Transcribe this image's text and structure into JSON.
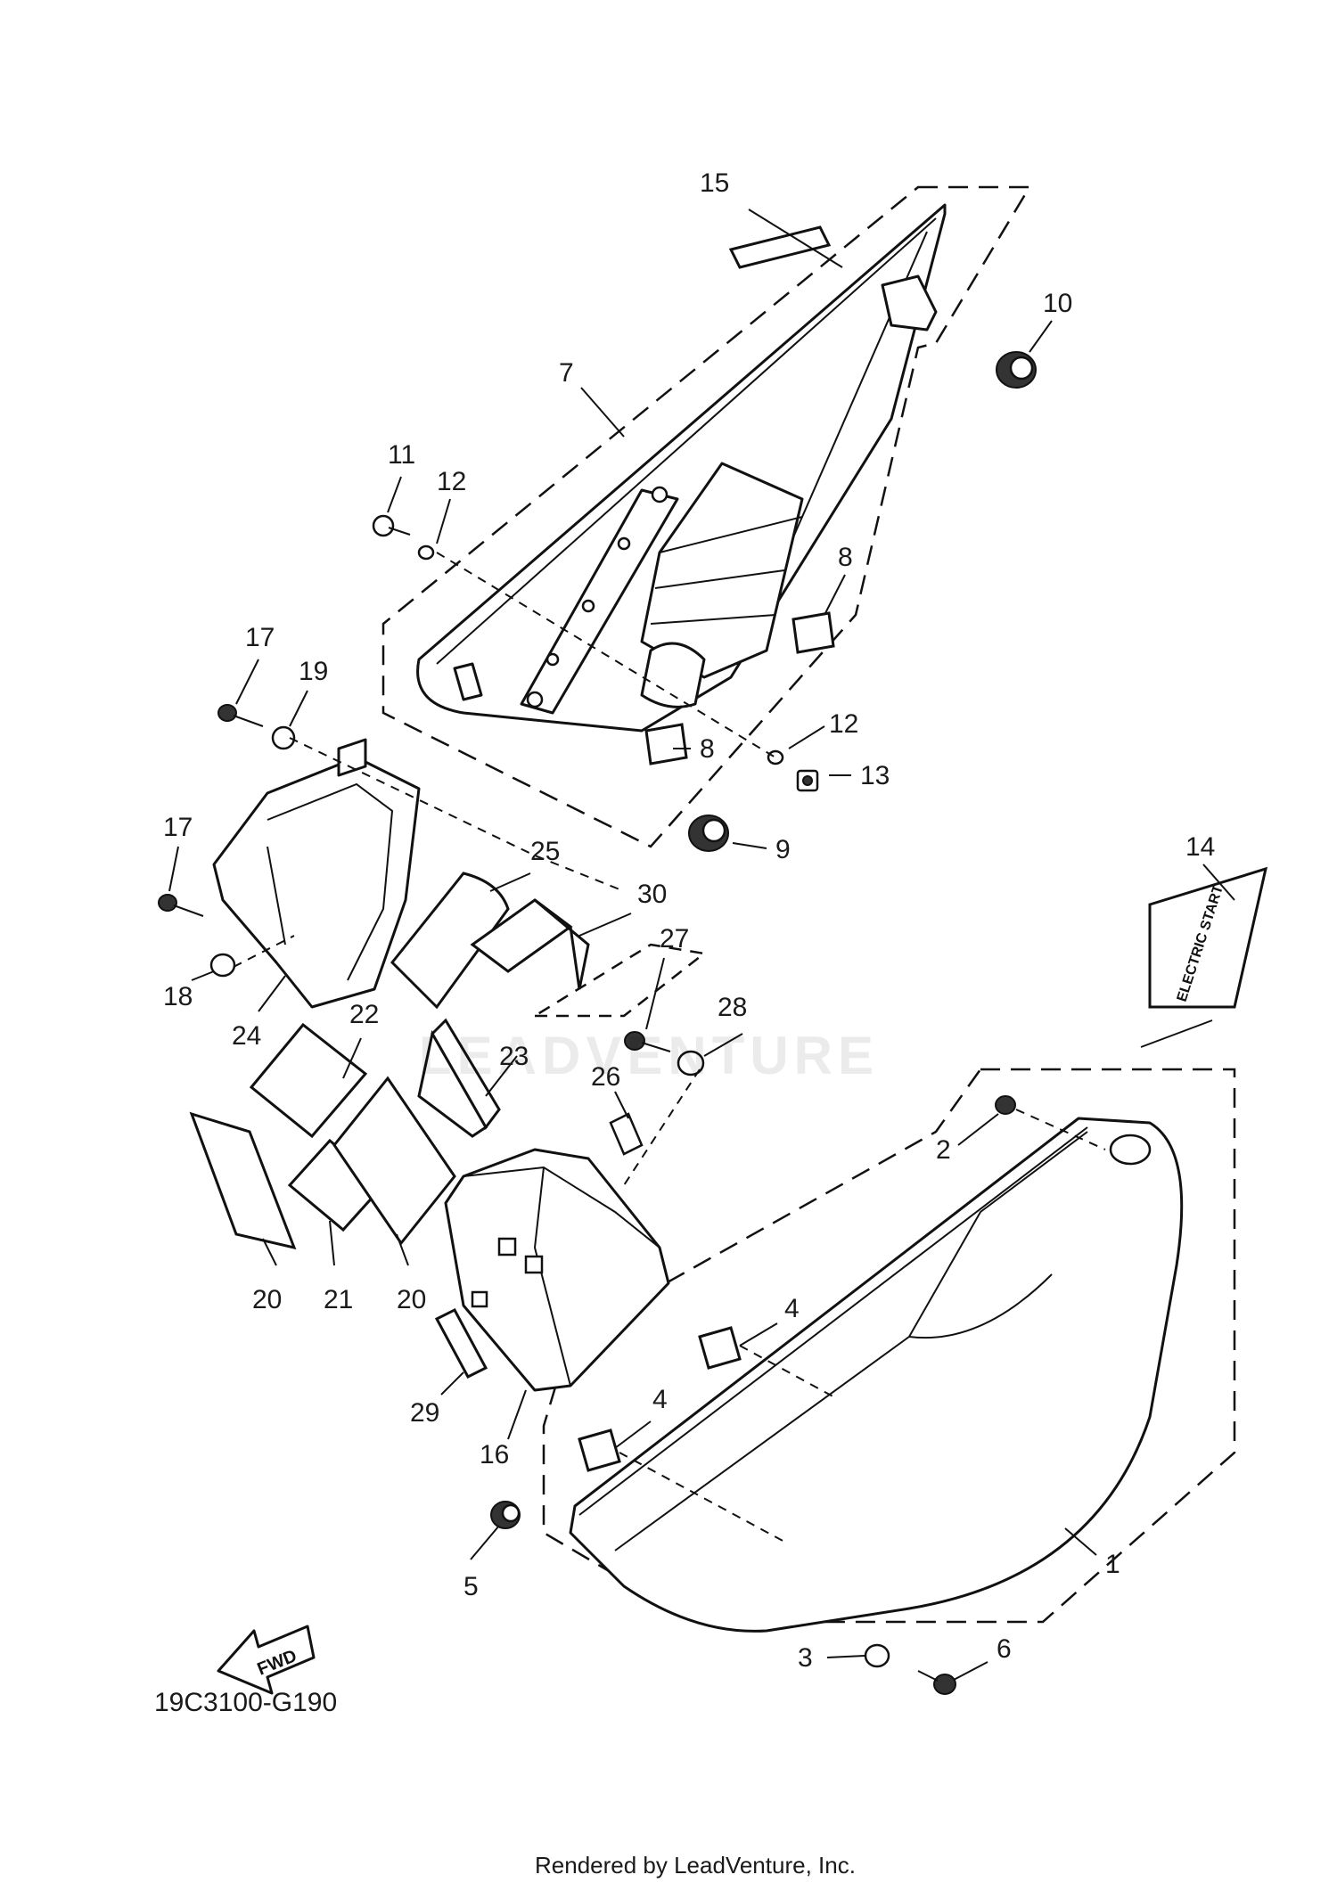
{
  "diagram": {
    "code": "19C3100-G190",
    "footer": "Rendered by LeadVenture, Inc.",
    "watermark": "LEADVENTURE",
    "fwd_label": "FWD",
    "decal_text": "ELECTRIC START"
  },
  "callouts": [
    {
      "id": "c15",
      "label": "15"
    },
    {
      "id": "c10",
      "label": "10"
    },
    {
      "id": "c7",
      "label": "7"
    },
    {
      "id": "c11",
      "label": "11"
    },
    {
      "id": "c12a",
      "label": "12"
    },
    {
      "id": "c8a",
      "label": "8"
    },
    {
      "id": "c17a",
      "label": "17"
    },
    {
      "id": "c19",
      "label": "19"
    },
    {
      "id": "c12b",
      "label": "12"
    },
    {
      "id": "c8b",
      "label": "8"
    },
    {
      "id": "c13",
      "label": "13"
    },
    {
      "id": "c9",
      "label": "9"
    },
    {
      "id": "c17b",
      "label": "17"
    },
    {
      "id": "c25",
      "label": "25"
    },
    {
      "id": "c30",
      "label": "30"
    },
    {
      "id": "c14",
      "label": "14"
    },
    {
      "id": "c18",
      "label": "18"
    },
    {
      "id": "c24",
      "label": "24"
    },
    {
      "id": "c27",
      "label": "27"
    },
    {
      "id": "c28",
      "label": "28"
    },
    {
      "id": "c22",
      "label": "22"
    },
    {
      "id": "c23",
      "label": "23"
    },
    {
      "id": "c26",
      "label": "26"
    },
    {
      "id": "c2",
      "label": "2"
    },
    {
      "id": "c20a",
      "label": "20"
    },
    {
      "id": "c21",
      "label": "21"
    },
    {
      "id": "c20b",
      "label": "20"
    },
    {
      "id": "c4a",
      "label": "4"
    },
    {
      "id": "c29",
      "label": "29"
    },
    {
      "id": "c4b",
      "label": "4"
    },
    {
      "id": "c16",
      "label": "16"
    },
    {
      "id": "c5",
      "label": "5"
    },
    {
      "id": "c1",
      "label": "1"
    },
    {
      "id": "c3",
      "label": "3"
    },
    {
      "id": "c6",
      "label": "6"
    }
  ]
}
